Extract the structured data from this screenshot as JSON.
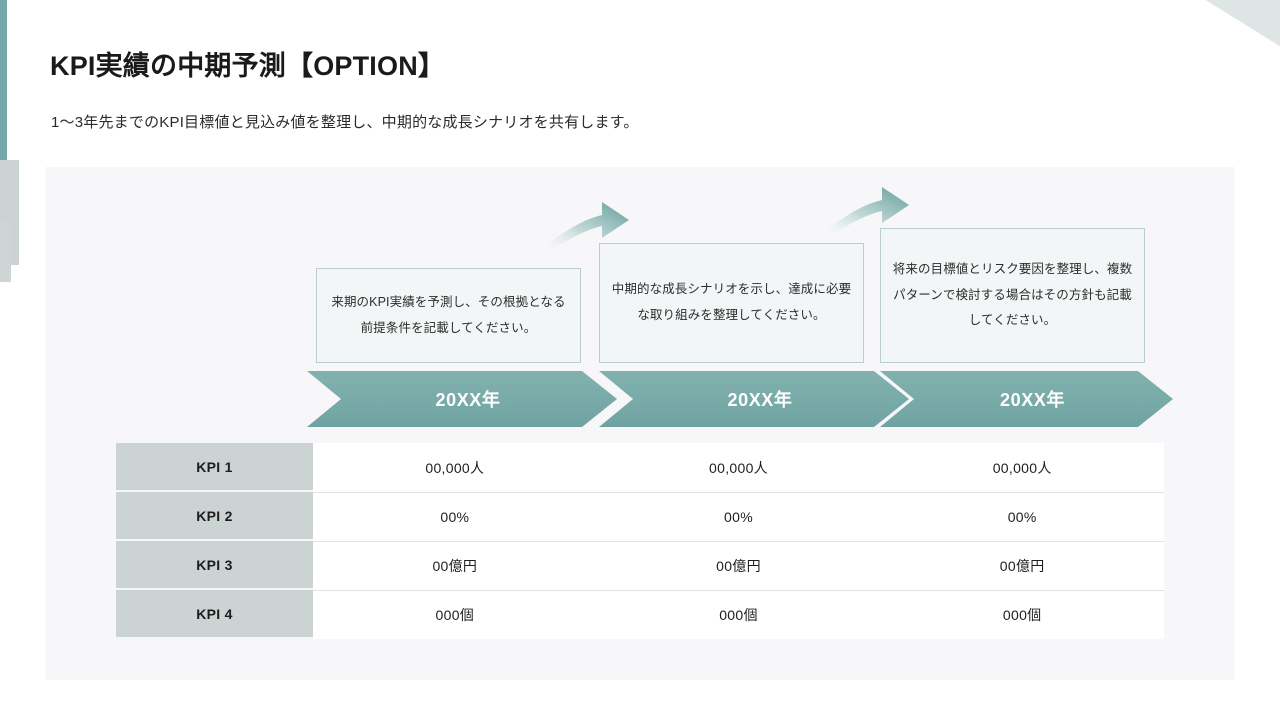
{
  "header": {
    "title": "KPI実績の中期予測【OPTION】",
    "subtitle": "1〜3年先までのKPI目標値と見込み値を整理し、中期的な成長シナリオを共有します。"
  },
  "colors": {
    "accent_teal": "#74a8a8",
    "chevron_teal": "#78aaa8",
    "label_grey": "#ccd3d3",
    "panel_bg": "#f7f6f9",
    "callout_border": "#b9cfcd",
    "callout_bg": "#f2f6f6",
    "corner_triangle": "#dde5e5"
  },
  "callouts": [
    {
      "text": "来期のKPI実績を予測し、その根拠となる前提条件を記載してください。"
    },
    {
      "text": "中期的な成長シナリオを示し、達成に必要な取り組みを整理してください。"
    },
    {
      "text": "将来の目標値とリスク要因を整理し、複数パターンで検討する場合はその方針も記載してください。"
    }
  ],
  "timeline": {
    "steps": [
      {
        "label": "20XX年"
      },
      {
        "label": "20XX年"
      },
      {
        "label": "20XX年"
      }
    ]
  },
  "table": {
    "rows": [
      {
        "label": "KPI 1",
        "values": [
          "00,000人",
          "00,000人",
          "00,000人"
        ]
      },
      {
        "label": "KPI 2",
        "values": [
          "00%",
          "00%",
          "00%"
        ]
      },
      {
        "label": "KPI 3",
        "values": [
          "00億円",
          "00億円",
          "00億円"
        ]
      },
      {
        "label": "KPI 4",
        "values": [
          "000個",
          "000個",
          "000個"
        ]
      }
    ]
  },
  "decor": {
    "arrow_1_name": "curved-arrow-icon",
    "arrow_2_name": "curved-arrow-icon"
  }
}
